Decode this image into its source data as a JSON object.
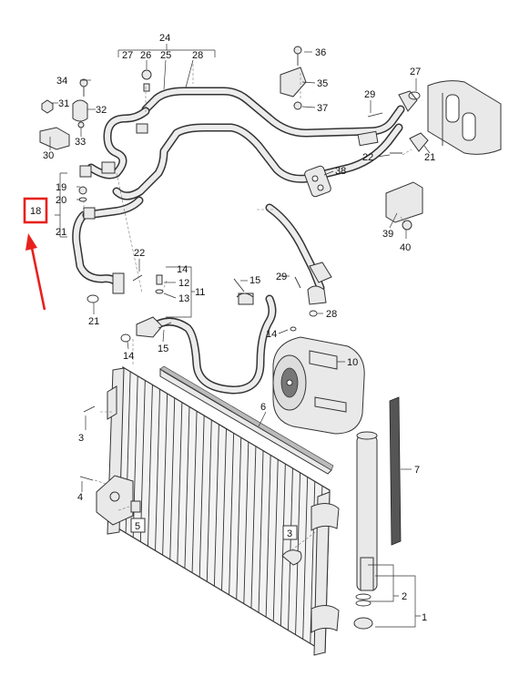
{
  "callouts": [
    {
      "id": "c1",
      "text": "1"
    },
    {
      "id": "c2",
      "text": "2"
    },
    {
      "id": "c3a",
      "text": "3"
    },
    {
      "id": "c3b",
      "text": "3"
    },
    {
      "id": "c4",
      "text": "4"
    },
    {
      "id": "c5",
      "text": "5"
    },
    {
      "id": "c6",
      "text": "6"
    },
    {
      "id": "c7",
      "text": "7"
    },
    {
      "id": "c10",
      "text": "10"
    },
    {
      "id": "c11",
      "text": "11"
    },
    {
      "id": "c12",
      "text": "12"
    },
    {
      "id": "c13",
      "text": "13"
    },
    {
      "id": "c14a",
      "text": "14"
    },
    {
      "id": "c14b",
      "text": "14"
    },
    {
      "id": "c14c",
      "text": "14"
    },
    {
      "id": "c15a",
      "text": "15"
    },
    {
      "id": "c15b",
      "text": "15"
    },
    {
      "id": "c18",
      "text": "18"
    },
    {
      "id": "c19",
      "text": "19"
    },
    {
      "id": "c20",
      "text": "20"
    },
    {
      "id": "c21a",
      "text": "21"
    },
    {
      "id": "c21b",
      "text": "21"
    },
    {
      "id": "c21c",
      "text": "21"
    },
    {
      "id": "c22a",
      "text": "22"
    },
    {
      "id": "c22b",
      "text": "22"
    },
    {
      "id": "c24",
      "text": "24"
    },
    {
      "id": "c25",
      "text": "25"
    },
    {
      "id": "c26",
      "text": "26"
    },
    {
      "id": "c27a",
      "text": "27"
    },
    {
      "id": "c27b",
      "text": "27"
    },
    {
      "id": "c28a",
      "text": "28"
    },
    {
      "id": "c28b",
      "text": "28"
    },
    {
      "id": "c29a",
      "text": "29"
    },
    {
      "id": "c29b",
      "text": "29"
    },
    {
      "id": "c30",
      "text": "30"
    },
    {
      "id": "c31",
      "text": "31"
    },
    {
      "id": "c32",
      "text": "32"
    },
    {
      "id": "c33",
      "text": "33"
    },
    {
      "id": "c34",
      "text": "34"
    },
    {
      "id": "c35",
      "text": "35"
    },
    {
      "id": "c36",
      "text": "36"
    },
    {
      "id": "c37",
      "text": "37"
    },
    {
      "id": "c38",
      "text": "38"
    },
    {
      "id": "c39",
      "text": "39"
    },
    {
      "id": "c40",
      "text": "40"
    }
  ],
  "highlight": {
    "label_id": "c18",
    "box_color": "#e8211d",
    "arrow_color": "#e8211d"
  },
  "colors": {
    "line": "#333333",
    "fill": "#e9e9e9",
    "background": "#ffffff"
  }
}
